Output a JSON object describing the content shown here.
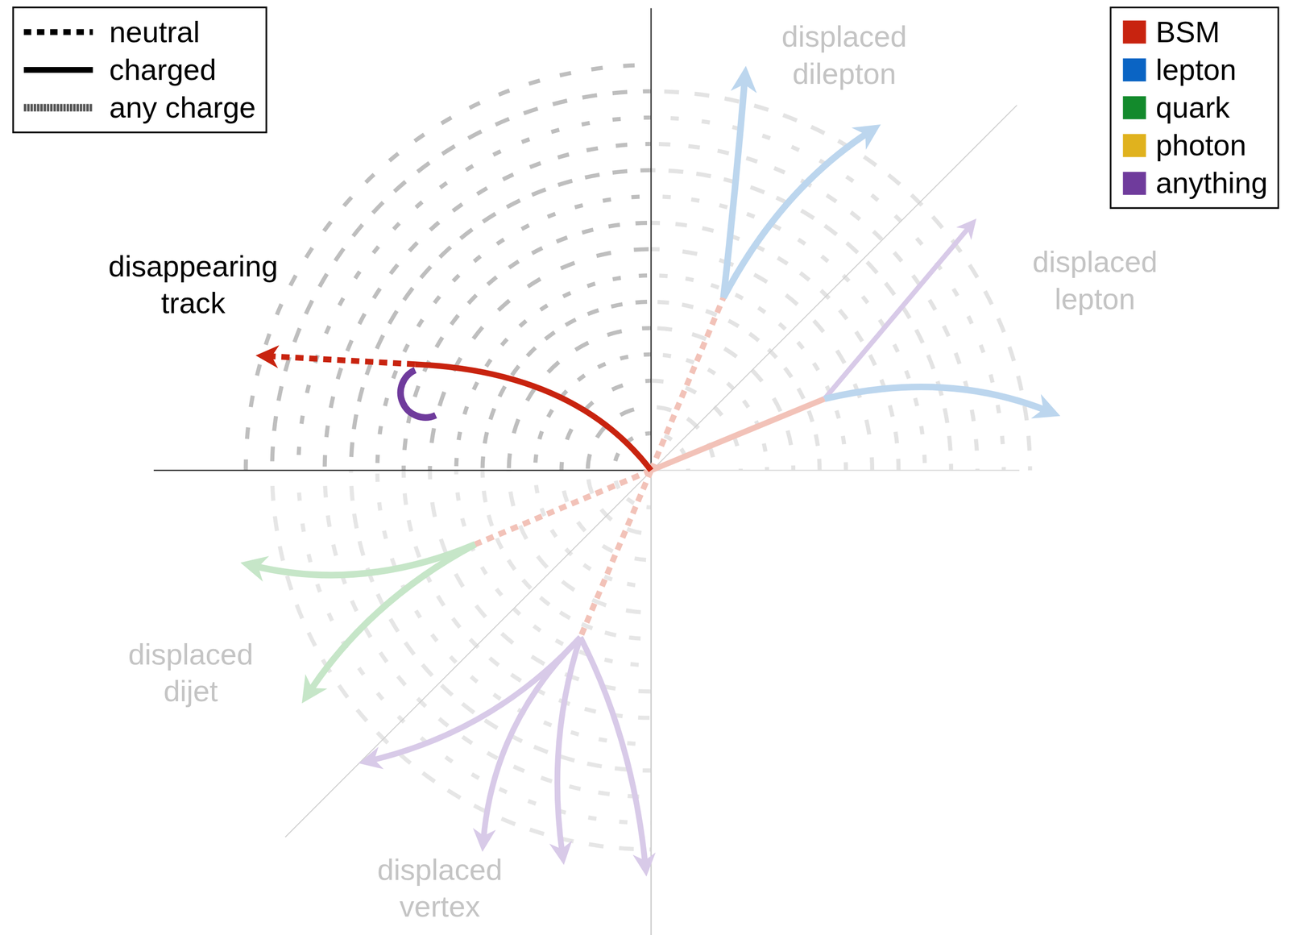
{
  "diagram": {
    "labels": [
      "disappearing track",
      "displaced dilepton",
      "displaced lepton",
      "displaced dijet",
      "displaced vertex"
    ],
    "legend": [
      {
        "text": "neutral"
      },
      {
        "text": "charged"
      },
      {
        "text": "any charge"
      },
      {
        "text": "BSM",
        "color": "#c8230f"
      },
      {
        "text": "lepton",
        "color": "#0a64c4"
      },
      {
        "text": "quark",
        "color": "#138a2c"
      },
      {
        "text": "photon",
        "color": "#e0b21e"
      },
      {
        "text": "anything",
        "color": "#6f3b9c"
      }
    ]
  }
}
